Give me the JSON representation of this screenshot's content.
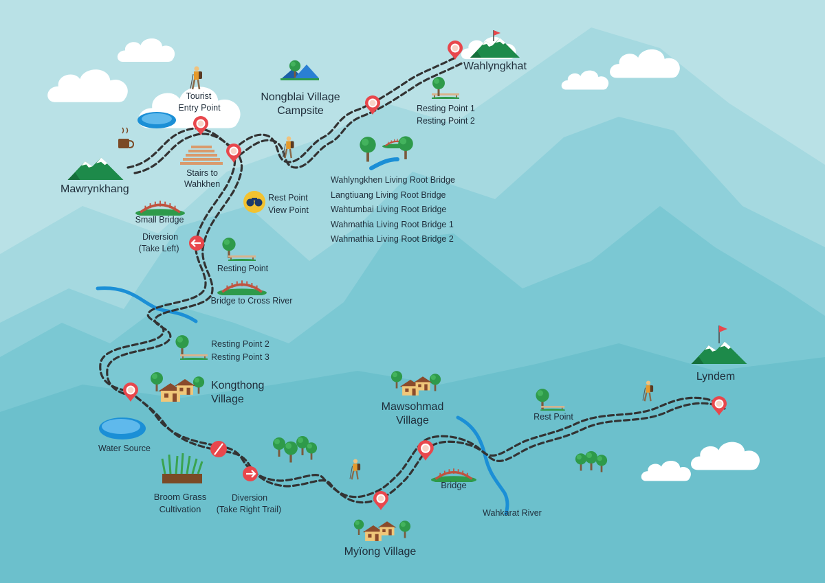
{
  "colors": {
    "sky": "#b9e1e6",
    "mountain_back": "#8fd0da",
    "mountain_mid": "#79c6d1",
    "ground": "#6cc0cc",
    "trail": "#333333",
    "pin": "#e8474c",
    "river": "#1b8fd6",
    "tree": "#2e9a4a",
    "house": "#e7b461"
  },
  "places": {
    "mawrynkhang": "Mawrynkhang",
    "tourist_entry": [
      "Tourist",
      "Entry Point"
    ],
    "stairs": [
      "Stairs to",
      "Wahkhen"
    ],
    "nongblai": [
      "Nongblai Village",
      "Campsite"
    ],
    "wahlyngkhat": "Wahlyngkhat",
    "resting_1_2": [
      "Resting Point 1",
      "Resting Point 2"
    ],
    "root_bridges": [
      "Wahlyngkhen Living Root Bridge",
      "Langtiuang Living Root Bridge",
      "Wahtumbai  Living Root Bridge",
      "Wahmathia Living Root Bridge 1",
      "Wahmathia Living Root Bridge 2"
    ],
    "rest_view": [
      "Rest Point",
      "View Point"
    ],
    "small_bridge": "Small Bridge",
    "diversion_left": [
      "Diversion",
      "(Take Left)"
    ],
    "resting_point": "Resting Point",
    "bridge_river": "Bridge to Cross River",
    "resting_2_3": [
      "Resting Point 2",
      "Resting Point 3"
    ],
    "kongthong": [
      "Kongthong",
      "Village"
    ],
    "water_source": "Water Source",
    "broom": [
      "Broom Grass",
      "Cultivation"
    ],
    "diversion_right": [
      "Diversion",
      "(Take Right Trail)"
    ],
    "myiong": "Myïong Village",
    "mawsohmad": [
      "Mawsohmad",
      "Village"
    ],
    "bridge": "Bridge",
    "wahkarat": "Wahkarat River",
    "rest_point": "Rest Point",
    "lyndem": "Lyndem"
  }
}
